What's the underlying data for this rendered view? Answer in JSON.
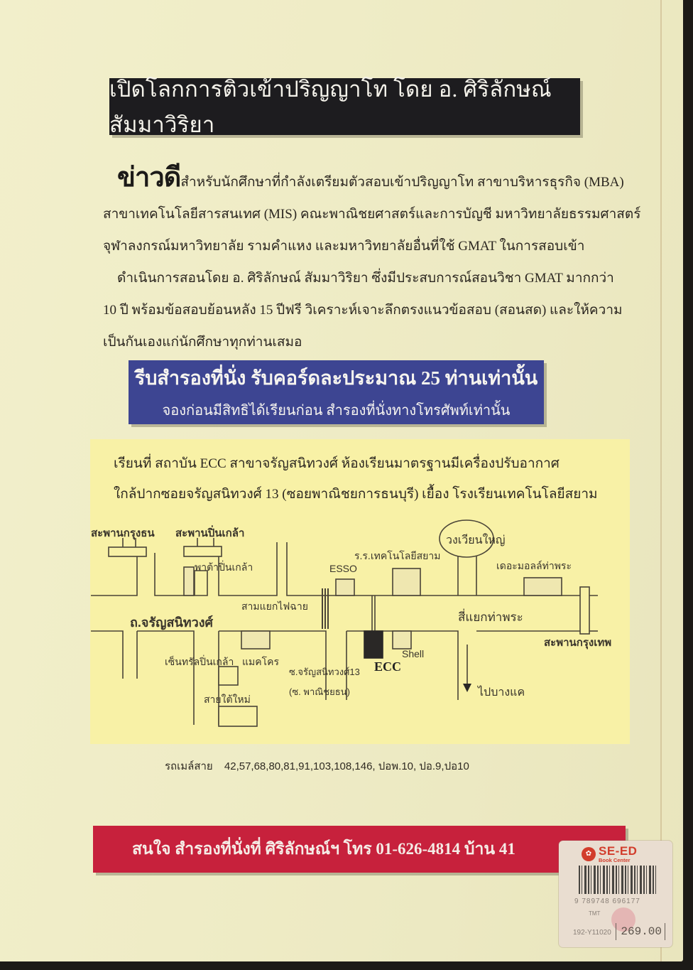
{
  "header": {
    "title": "เปิดโลกการติวเข้าปริญญาโท โดย อ. ศิริลักษณ์  สัมมาวิริยา"
  },
  "intro": {
    "news_word": "ข่าวดี",
    "line1": "สำหรับนักศึกษาที่กำลังเตรียมตัวสอบเข้าปริญญาโท สาขาบริหารธุรกิจ (MBA)",
    "line2": "สาขาเทคโนโลยีสารสนเทศ (MIS)  คณะพาณิชยศาสตร์และการบัญชี  มหาวิทยาลัยธรรมศาสตร์",
    "line3": "จุฬาลงกรณ์มหาวิทยาลัย  รามคำแหง และมหาวิทยาลัยอื่นที่ใช้ GMAT ในการสอบเข้า",
    "line4": "ดำเนินการสอนโดย อ. ศิริลักษณ์ สัมมาวิริยา ซึ่งมีประสบการณ์สอนวิชา GMAT  มากกว่า",
    "line5": "10 ปี  พร้อมข้อสอบย้อนหลัง 15 ปีฟรี   วิเคราะห์เจาะลึกตรงแนวข้อสอบ (สอนสด) และให้ความ",
    "line6": "เป็นกันเองแก่นักศึกษาทุกท่านเสมอ"
  },
  "reserve_banner": {
    "line1": "รีบสำรองที่นั่ง  รับคอร์ดละประมาณ  25  ท่านเท่านั้น",
    "line2": "จองก่อนมีสิทธิได้เรียนก่อน   สำรองที่นั่งทางโทรศัพท์เท่านั้น"
  },
  "location": {
    "line1": "เรียนที่    สถาบัน ECC สาขาจรัญสนิทวงศ์    ห้องเรียนมาตรฐานมีเครื่องปรับอากาศ",
    "line2": "ใกล้ปากซอยจรัญสนิทวงศ์ 13 (ซอยพาณิชยการธนบุรี) เยื้อง โรงเรียนเทคโนโลยีสยาม"
  },
  "map": {
    "labels": {
      "krung_thon_bridge": "สะพานกรุงธน",
      "pinklao_bridge": "สะพานปิ่นเกล้า",
      "pata_pinklao": "พาต้าปิ่นเกล้า",
      "samyaek_faichai": "สามแยกไฟฉาย",
      "charan_road": "ถ.จรัญสนิทวงศ์",
      "esso": "ESSO",
      "siam_tech_school": "ร.ร.เทคโนโลยีสยาม",
      "wongwian_yai": "วงเวียนใหญ่",
      "mall_thapra": "เดอะมอลล์ท่าพระ",
      "siyaek_thapra": "สี่แยกท่าพระ",
      "krungthep_bridge": "สะพานกรุงเทพ",
      "central_pinklao": "เซ็นทรัลปิ่นเกล้า",
      "makro": "แมคโคร",
      "soi_charan13": "ซ.จรัญสนิทวงศ์13",
      "soi_panichayathon": "(ซ. พาณิชยธน)",
      "ecc": "ECC",
      "shell": "Shell",
      "sai_tai_mai": "สายใต้ใหม่",
      "to_bangkhae": "ไปบางแค"
    }
  },
  "bus": {
    "label": "รถเมล์สาย",
    "routes": "42,57,68,80,81,91,103,108,146,  ปอพ.10, ปอ.9,ปอ10"
  },
  "contact_banner": {
    "text": "สนใจ  สำรองที่นั่งที่ ศิริลักษณ์ฯ โทร 01-626-4814     บ้าน  41"
  },
  "sticker": {
    "brand": "SE-ED",
    "brand_sub": "Book Center",
    "ean": "9 789748 696177",
    "code": "TMT",
    "sku": "192-Y11020",
    "price": "269.00"
  },
  "colors": {
    "paper": "#efecc6",
    "banner_dark": "#1d1c1f",
    "banner_blue": "#3d4592",
    "map_bg": "#f8f1a6",
    "banner_red": "#c7213c"
  }
}
